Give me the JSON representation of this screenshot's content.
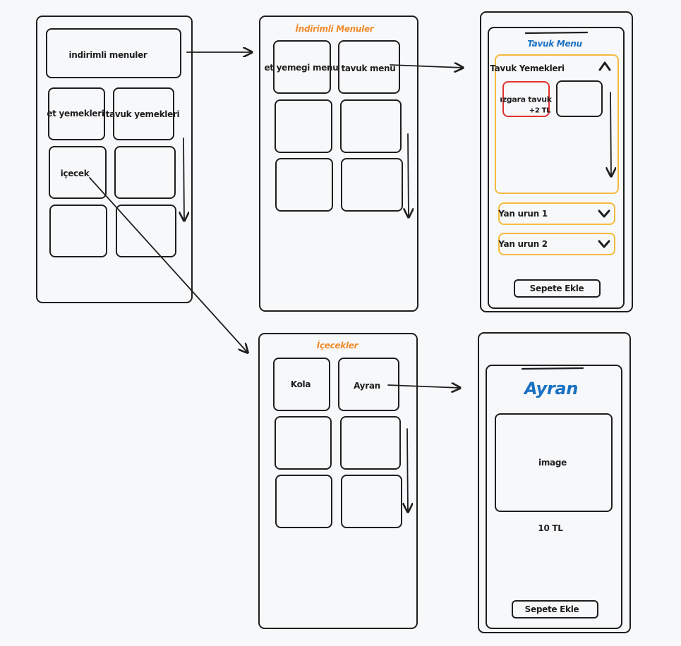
{
  "screen1": {
    "discount_menus": "indirimli menuler",
    "meat_dishes": "et yemekleri",
    "chicken_dishes": "tavuk yemekleri",
    "drinks": "içecek"
  },
  "screen2": {
    "title": "İndirimli Menuler",
    "meat_menu": "et yemegi menu",
    "chicken_menu": "tavuk menu"
  },
  "screen3": {
    "title": "Tavuk Menu",
    "section_title": "Tavuk Yemekleri",
    "item_name": "ızgara tavuk",
    "item_price": "+2 TL",
    "side1": "Yan urun 1",
    "side2": "Yan urun 2",
    "add_to_cart": "Sepete Ekle"
  },
  "screen4": {
    "title": "İçecekler",
    "cola": "Kola",
    "ayran": "Ayran"
  },
  "screen5": {
    "title": "Ayran",
    "image_label": "image",
    "price": "10 TL",
    "add_to_cart": "Sepete Ekle"
  },
  "colors": {
    "orange": "#f08c2c",
    "blue": "#1971c2",
    "yellow": "#f4b93f",
    "red": "#e03131",
    "stroke": "#1e1e1e"
  }
}
